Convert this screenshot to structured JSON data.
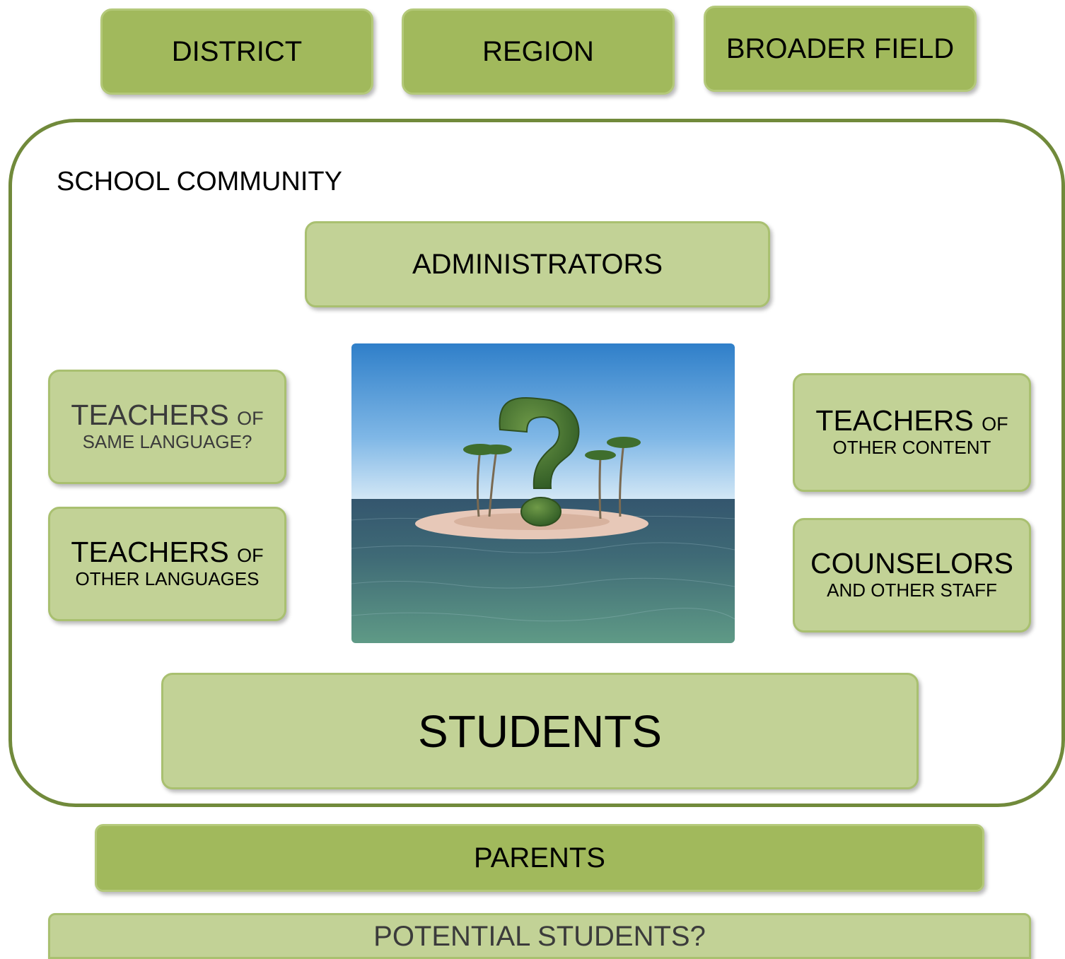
{
  "top_row": {
    "district": "DISTRICT",
    "region": "REGION",
    "broader_field": "BROADER FIELD"
  },
  "school_community": {
    "label": "SCHOOL COMMUNITY",
    "administrators": "ADMINISTRATORS",
    "teachers_same_language": {
      "title": "TEACHERS",
      "of": "OF",
      "sub": "SAME LANGUAGE?"
    },
    "teachers_other_languages": {
      "title": "TEACHERS",
      "of": "OF",
      "sub": "OTHER LANGUAGES"
    },
    "teachers_other_content": {
      "title": "TEACHERS",
      "of": "OF",
      "sub": "OTHER CONTENT"
    },
    "counselors": {
      "title": "COUNSELORS",
      "sub": "AND OTHER STAFF"
    },
    "students": "STUDENTS"
  },
  "parents": "PARENTS",
  "potential_students": "POTENTIAL STUDENTS?",
  "center_image": {
    "icon": "question-mark-island-icon"
  },
  "colors": {
    "dark_box": "#a1b95c",
    "light_box": "#c2d296",
    "community_border": "#718a3b"
  }
}
